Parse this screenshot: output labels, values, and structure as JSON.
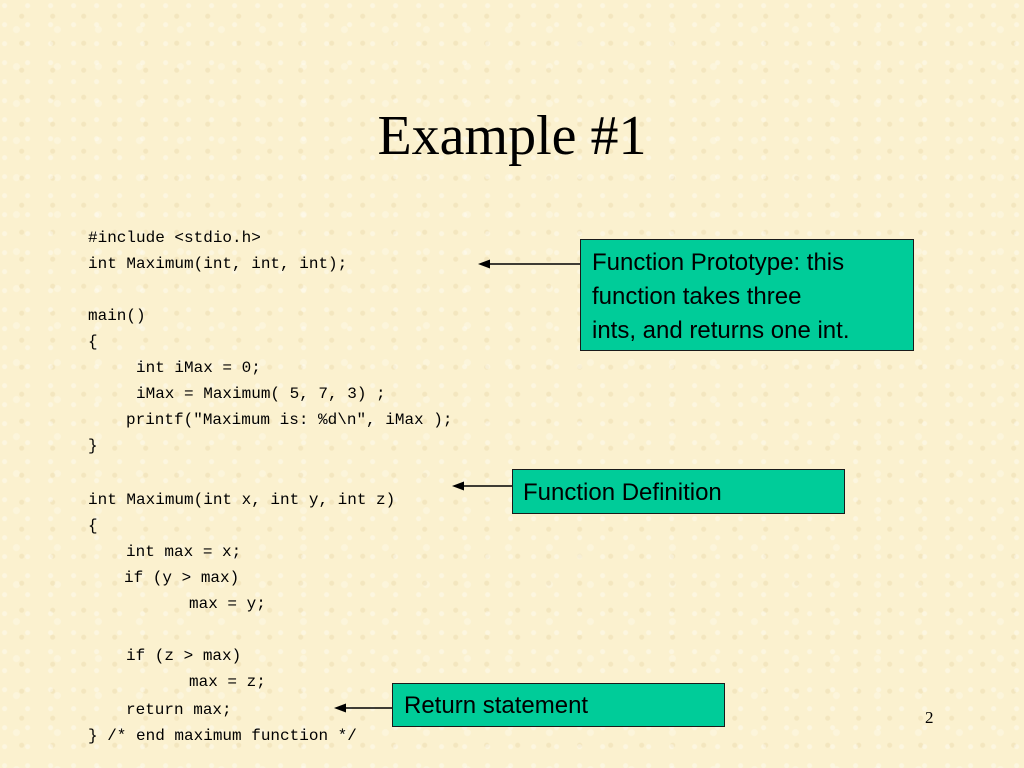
{
  "slide": {
    "title": "Example #1",
    "page_number": "2"
  },
  "code": {
    "lines": [
      "#include <stdio.h>",
      "int Maximum(int, int, int);",
      "main()",
      "{",
      "int iMax = 0;",
      "iMax = Maximum( 5, 7, 3) ;",
      "printf(\"Maximum is: %d\\n\", iMax );",
      "}",
      "int Maximum(int x, int y, int z)",
      "{",
      "int max = x;",
      "if (y > max)",
      "max = y;",
      "if (z > max)",
      "max = z;",
      "return max;",
      "} /* end maximum function */"
    ]
  },
  "callouts": {
    "prototype": {
      "lines": [
        "Function Prototype:  this",
        "function takes three",
        "ints, and returns one int."
      ]
    },
    "definition": {
      "text": "Function Definition"
    },
    "return": {
      "text": "Return statement"
    }
  },
  "colors": {
    "background": "#fbf1cf",
    "callout_fill": "#00cc99"
  }
}
